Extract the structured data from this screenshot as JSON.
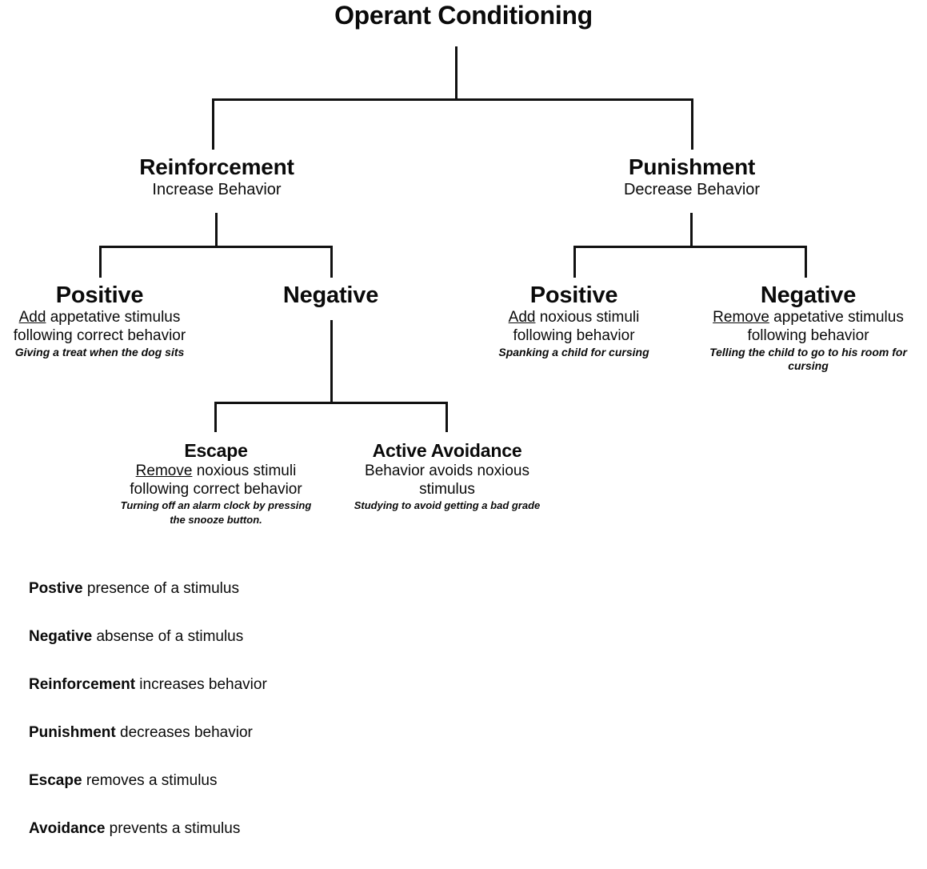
{
  "diagram": {
    "title": "Operant Conditioning",
    "root": {
      "label": "Operant Conditioning"
    },
    "level2": [
      {
        "label": "Reinforcement",
        "subtitle": "Increase Behavior"
      },
      {
        "label": "Punishment",
        "subtitle": "Decrease Behavior"
      }
    ],
    "level3": [
      {
        "label": "Positive",
        "keyword": "Add",
        "desc_line1_rest": " appetative stimulus",
        "desc_line2": "following correct behavior",
        "example": "Giving a treat when the dog sits"
      },
      {
        "label": "Negative",
        "keyword": "",
        "desc_line1_rest": "",
        "desc_line2": "",
        "example": ""
      },
      {
        "label": "Positive",
        "keyword": "Add",
        "desc_line1_rest": " noxious stimuli",
        "desc_line2": "following behavior",
        "example": "Spanking a child for cursing"
      },
      {
        "label": "Negative",
        "keyword": "Remove",
        "desc_line1_rest": " appetative stimulus",
        "desc_line2": "following behavior",
        "example": "Telling the child to go to his room for cursing"
      }
    ],
    "level4": [
      {
        "label": "Escape",
        "keyword": "Remove",
        "desc_line1_rest": " noxious stimuli",
        "desc_line2": "following correct behavior",
        "example_line1": "Turning off an alarm clock by pressing",
        "example_line2": "the snooze button."
      },
      {
        "label": "Active Avoidance",
        "keyword": "",
        "desc_line1_rest": "Behavior avoids noxious",
        "desc_line2": "stimulus",
        "example_line1": "Studying to avoid getting a bad grade",
        "example_line2": ""
      }
    ]
  },
  "legend": {
    "rows": [
      {
        "term": "Postive",
        "definition": " presence of a stimulus"
      },
      {
        "term": "Negative",
        "definition": " absense of a stimulus"
      },
      {
        "term": "Reinforcement",
        "definition": " increases behavior"
      },
      {
        "term": "Punishment",
        "definition": " decreases behavior"
      },
      {
        "term": "Escape",
        "definition": " removes a stimulus"
      },
      {
        "term": "Avoidance",
        "definition": " prevents a stimulus"
      }
    ]
  },
  "colors": {
    "ink": "#0a0a0a",
    "line": "#111111",
    "background": "#ffffff"
  }
}
